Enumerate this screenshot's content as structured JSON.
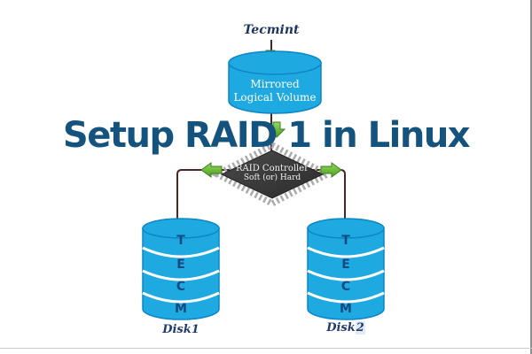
{
  "brand": {
    "label": "Tecmint"
  },
  "title": {
    "text": "Setup RAID 1 in Linux"
  },
  "mirrored_volume": {
    "line1": "Mirrored",
    "line2": "Logical Volume"
  },
  "raid_controller": {
    "line1": "RAID Controller",
    "line2": "Soft (or) Hard"
  },
  "disks": [
    {
      "label": "Disk1",
      "letters": [
        "T",
        "E",
        "C",
        "M"
      ]
    },
    {
      "label_prefix": "Disk",
      "label_highlight": "2",
      "letters": [
        "T",
        "E",
        "C",
        "M"
      ]
    }
  ],
  "colors": {
    "cylinder_blue": "#1FA9E1",
    "cylinder_outline": "#0C86C6",
    "title_blue": "#15537F",
    "connector_maroon": "#4A2626",
    "arrow_green": "#6CBE45",
    "chip_body": "#3B3B3B",
    "chip_pins": "#ABABAB",
    "label_navy": "#1E3460",
    "disk_letter_navy": "#16497D"
  }
}
